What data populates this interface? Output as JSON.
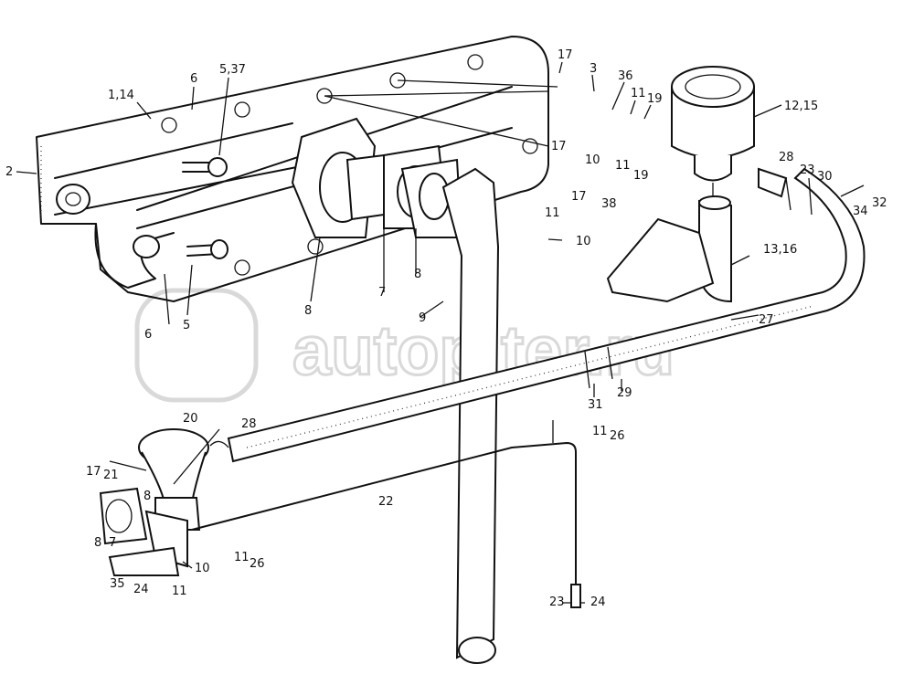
{
  "watermark": "autopiter.ru",
  "labels": [
    "1,14",
    "6",
    "5,37",
    "2",
    "17",
    "3",
    "36",
    "11",
    "19",
    "12,15",
    "17",
    "10",
    "11",
    "19",
    "17",
    "38",
    "28",
    "23",
    "30",
    "32",
    "34",
    "11",
    "10",
    "13,16",
    "8",
    "7",
    "8",
    "9",
    "6",
    "5",
    "27",
    "31",
    "29",
    "20",
    "28",
    "17",
    "21",
    "22",
    "11",
    "26",
    "8",
    "7",
    "10",
    "35",
    "24",
    "11",
    "11",
    "26",
    "23",
    "24",
    "8"
  ]
}
